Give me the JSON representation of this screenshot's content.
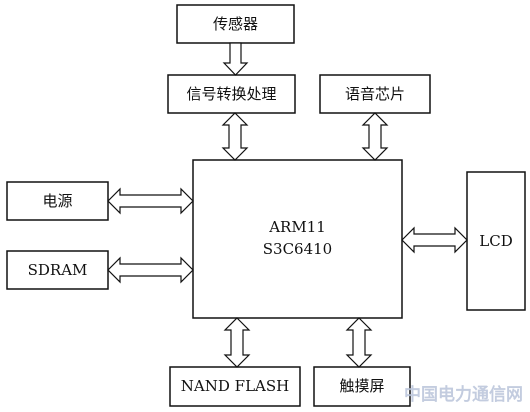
{
  "diagram": {
    "blocks": {
      "sensor": "传感器",
      "signal_conversion": "信号转换处理",
      "voice_chip": "语音芯片",
      "power": "电源",
      "sdram": "SDRAM",
      "cpu_line1": "ARM11",
      "cpu_line2": "S3C6410",
      "lcd": "LCD",
      "nand_flash": "NAND FLASH",
      "touchscreen": "触摸屏"
    },
    "watermark": "中国电力通信网"
  }
}
